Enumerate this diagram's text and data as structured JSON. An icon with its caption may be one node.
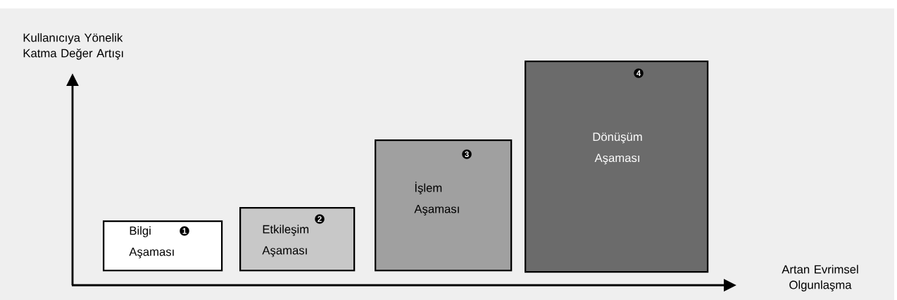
{
  "diagram": {
    "nodes": [
      {
        "text": [
          "Bilgi Aşaması",
          "1"
        ]
      },
      {
        "text": [
          "Etkileşim Aşaması",
          "2"
        ]
      },
      {
        "text": [
          "İşlem Aşaması",
          "3"
        ]
      },
      {
        "text": [
          "4",
          "Dönüşüm Aşaması"
        ]
      }
    ],
    "labels": [
      "Kullanıcıya Yönelik Katma Değer Artışı",
      "Artan Evrimsel Olgunlaşma"
    ]
  }
}
